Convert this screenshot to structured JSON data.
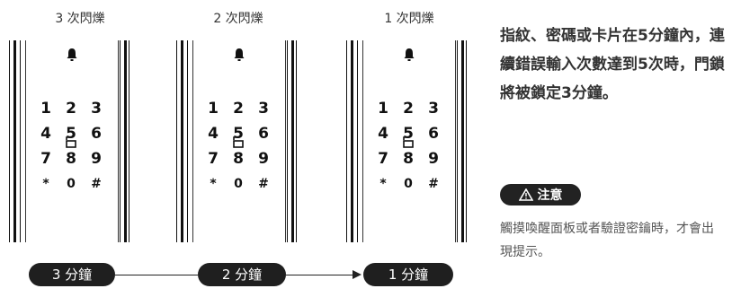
{
  "panels": [
    {
      "label": "3 次閃爍",
      "keys": [
        "1",
        "2",
        "3",
        "4",
        "5",
        "6",
        "7",
        "8",
        "9",
        "*",
        "0",
        "#"
      ]
    },
    {
      "label": "2 次閃爍",
      "keys": [
        "1",
        "2",
        "3",
        "4",
        "5",
        "6",
        "7",
        "8",
        "9",
        "*",
        "0",
        "#"
      ]
    },
    {
      "label": "1 次閃爍",
      "keys": [
        "1",
        "2",
        "3",
        "4",
        "5",
        "6",
        "7",
        "8",
        "9",
        "*",
        "0",
        "#"
      ]
    }
  ],
  "timeline": [
    "3 分鐘",
    "2 分鐘",
    "1 分鐘"
  ],
  "description": "指紋、密碼或卡片在5分鐘內，連續錯誤輸入次數達到5次時，門鎖將被鎖定3分鐘。",
  "notice": {
    "title": "注意",
    "text": "觸摸喚醒面板或者驗證密鑰時，才會出現提示。"
  },
  "colors": {
    "dark": "#1f1f1f",
    "text": "#333333",
    "muted": "#555555"
  },
  "icons": [
    "bell-icon",
    "unlock-icon",
    "warning-icon"
  ]
}
